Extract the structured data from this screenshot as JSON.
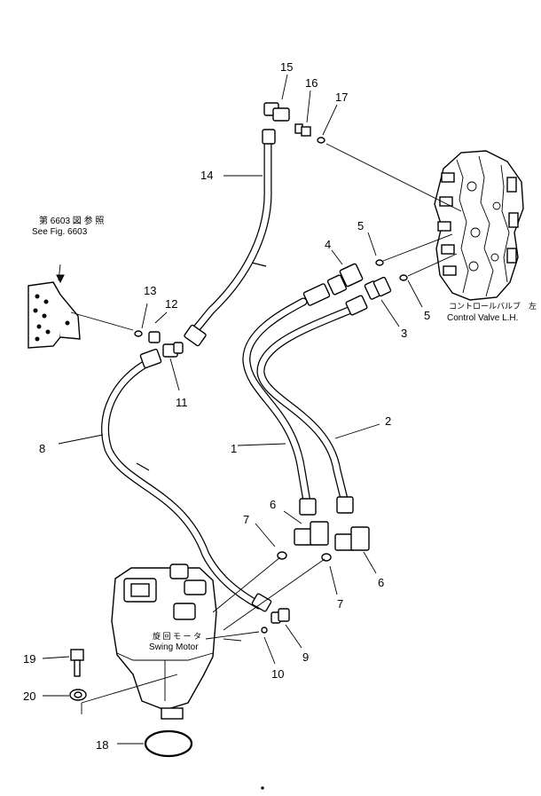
{
  "callouts": {
    "n1": "1",
    "n2": "2",
    "n3": "3",
    "n4": "4",
    "n5a": "5",
    "n5b": "5",
    "n6a": "6",
    "n6b": "6",
    "n7a": "7",
    "n7b": "7",
    "n8": "8",
    "n9": "9",
    "n10": "10",
    "n11": "11",
    "n12": "12",
    "n13": "13",
    "n14": "14",
    "n15": "15",
    "n16": "16",
    "n17": "17",
    "n18": "18",
    "n19": "19",
    "n20": "20"
  },
  "labels": {
    "ref_jp": "第 6603 図 参 照",
    "ref_en": "See Fig. 6603",
    "control_valve_jp": "コントロールバルブ　左",
    "control_valve_en": "Control  Valve  L.H.",
    "swing_motor_jp": "旋 回 モ ー タ",
    "swing_motor_en": "Swing  Motor"
  }
}
